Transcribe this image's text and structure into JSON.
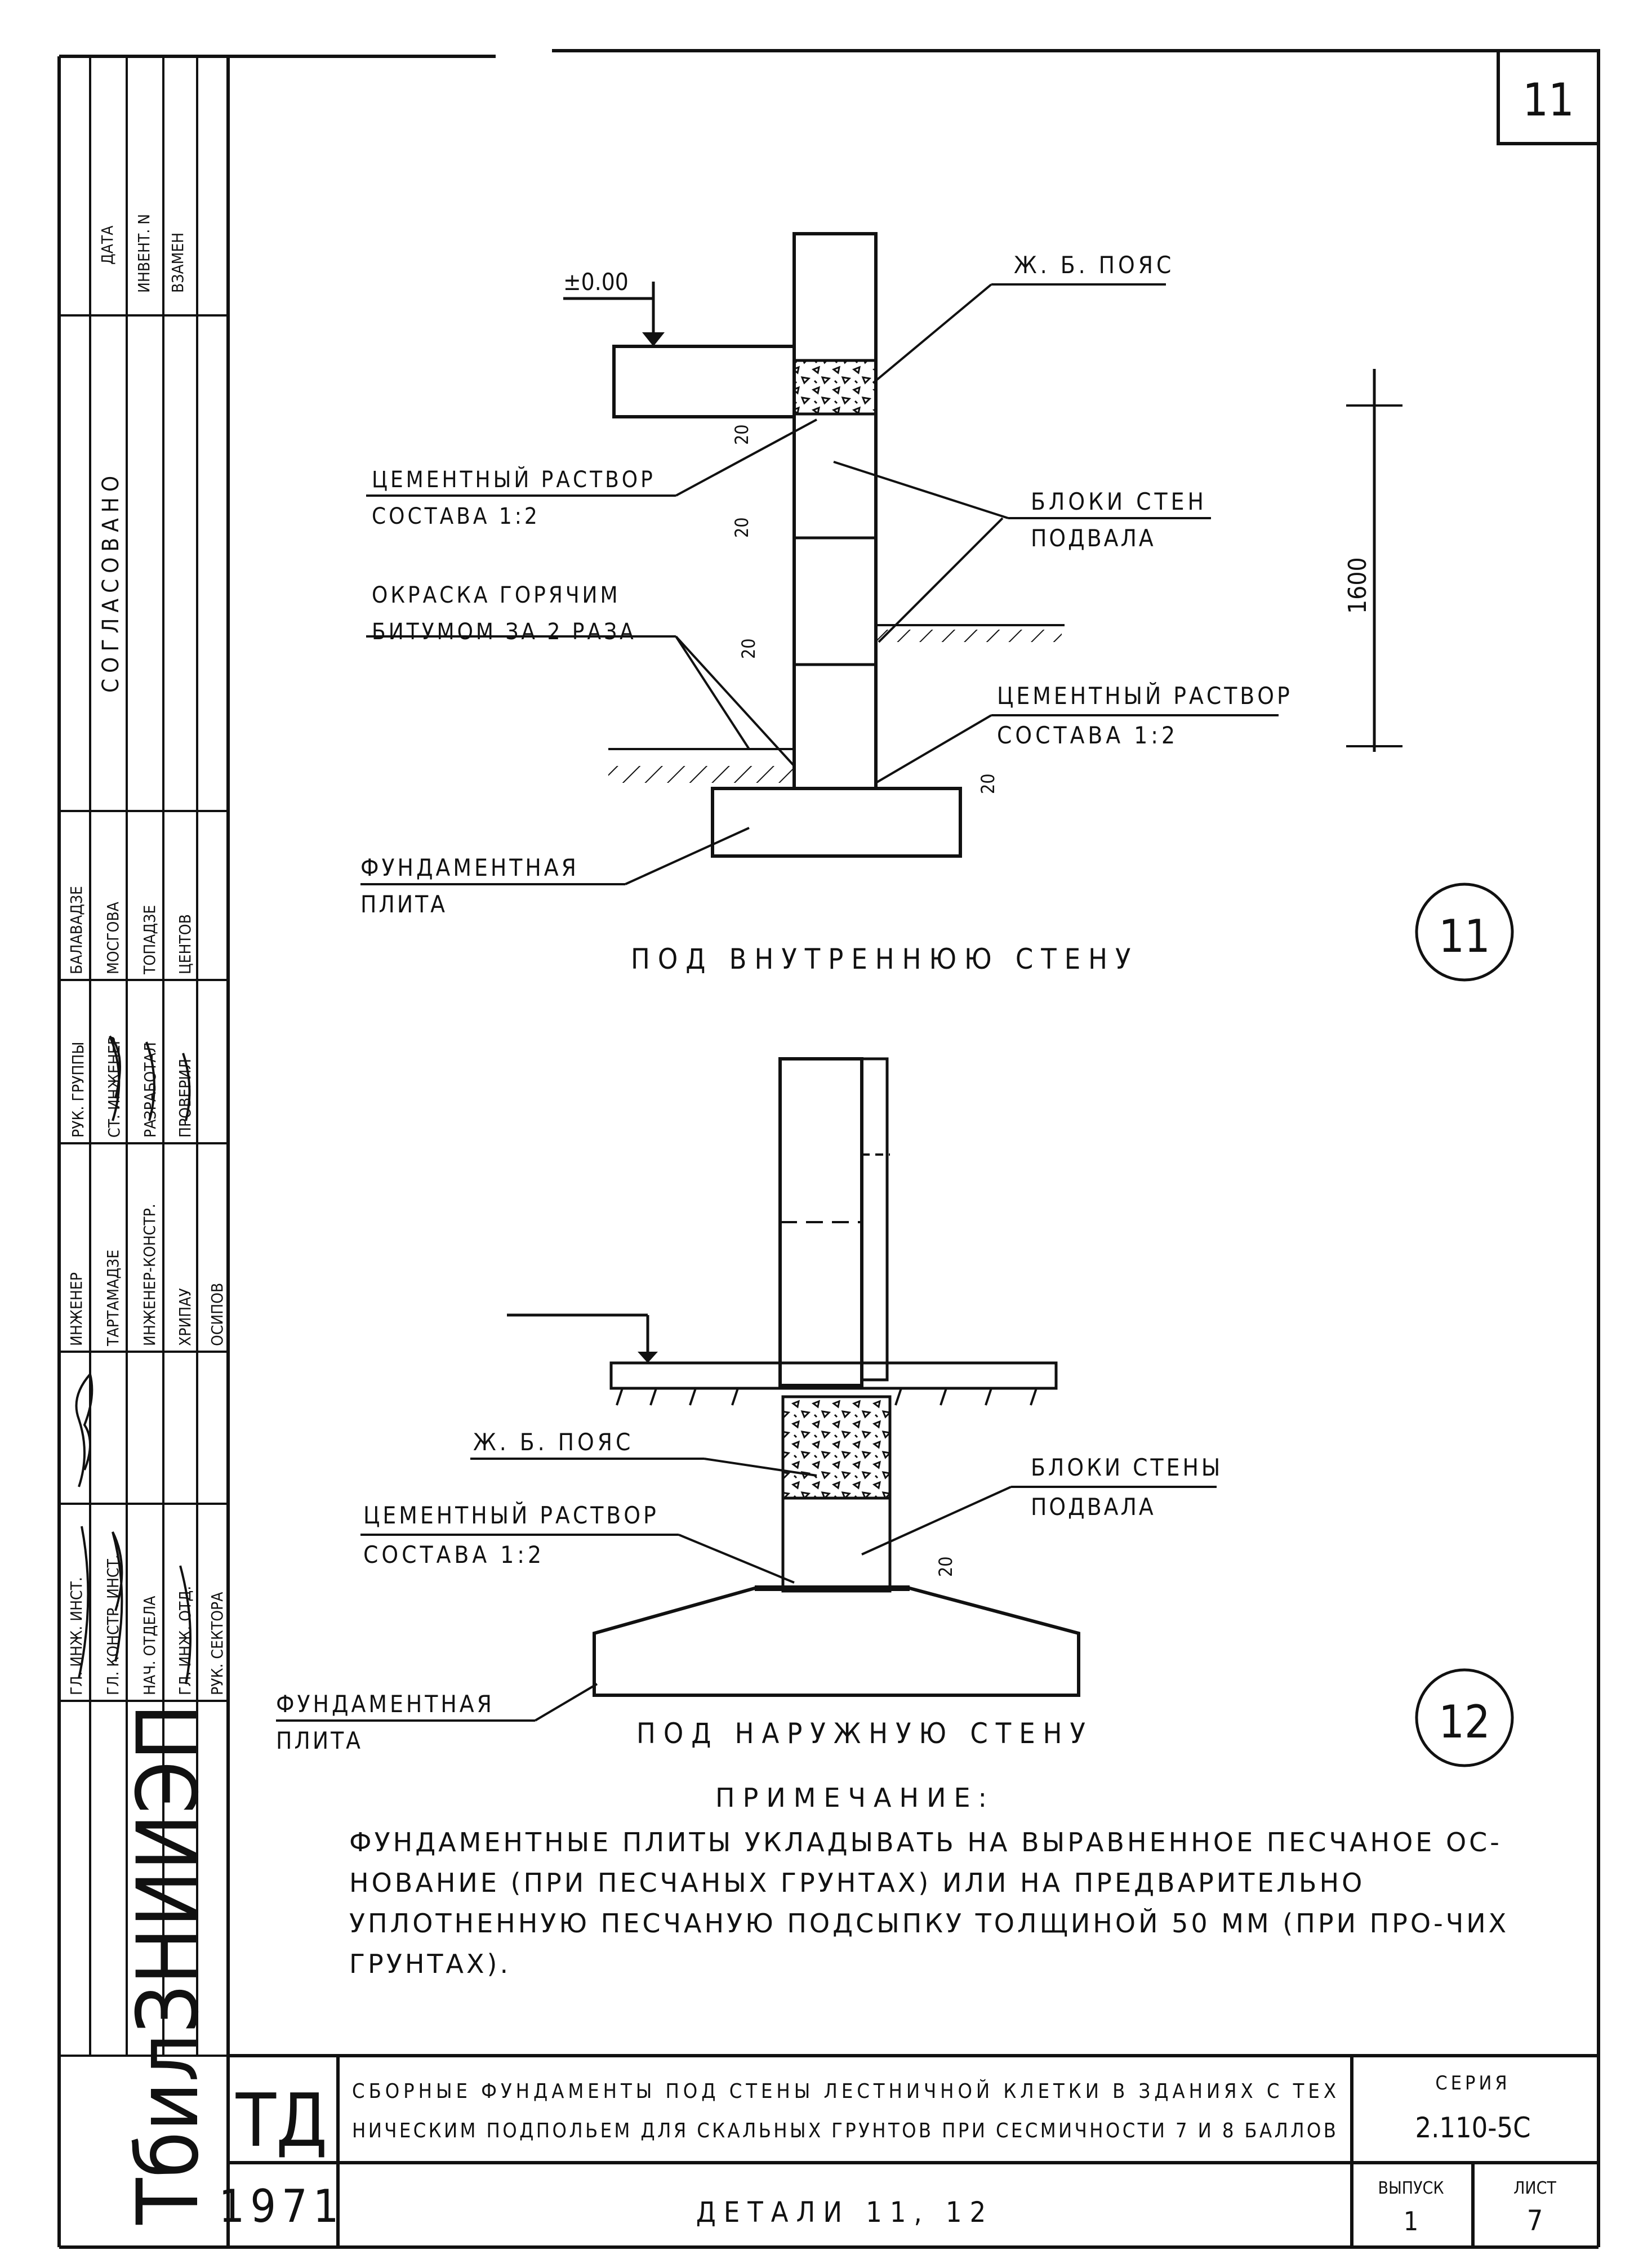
{
  "sheet_no": "11",
  "side_stamp": {
    "date_label": "ДАТА",
    "inv_label": "ИНВЕНТ. N",
    "repl_label": "ВЗАМЕН",
    "agreed_label": "СОГЛАСОВАНО",
    "roles": [
      "ГЛ. ИНЖ. ИНСТ.",
      "ГЛ. КОНСТР. ИНСТ.",
      "НАЧ. ОТДЕЛА",
      "ГЛ. ИНЖ. ОТД.",
      "РУК. СЕКТОРА",
      "ИНЖЕНЕР",
      "ТАРТАМАДЗЕ",
      "ИНЖЕНЕР-КОНСТР.",
      "ХРИПАУ",
      "ОСИПОВ",
      "РУК. ГРУППЫ",
      "СТ. ИНЖЕНЕР",
      "РАЗРАБОТАЛ",
      "ПРОВЕРИЛ",
      "БАЛАВАДЗЕ",
      "МОСГОВА",
      "ТОПАДЗЕ",
      "ЦЕНТОВ"
    ],
    "institute": "ТбилЗНИИЭП"
  },
  "detail11": {
    "level": "±0.00",
    "belt": "Ж. Б. ПОЯС",
    "mortar_top_1": "ЦЕМЕНТНЫЙ РАСТВОР",
    "mortar_top_2": "СОСТАВА 1:2",
    "blocks_1": "БЛОКИ СТЕН",
    "blocks_2": "ПОДВАЛА",
    "paint_1": "ОКРАСКА ГОРЯЧИМ",
    "paint_2": "БИТУМОМ ЗА 2 РАЗА",
    "mortar_bot_1": "ЦЕМЕНТНЫЙ РАСТВОР",
    "mortar_bot_2": "СОСТАВА 1:2",
    "slab_1": "ФУНДАМЕНТНАЯ",
    "slab_2": "ПЛИТА",
    "dim_20": "20",
    "dim_1600": "1600",
    "caption": "ПОД ВНУТРЕННЮЮ СТЕНУ",
    "number": "11"
  },
  "detail12": {
    "belt": "Ж. Б. ПОЯС",
    "mortar_1": "ЦЕМЕНТНЫЙ РАСТВОР",
    "mortar_2": "СОСТАВА 1:2",
    "blocks_1": "БЛОКИ СТЕНЫ",
    "blocks_2": "ПОДВАЛА",
    "slab_1": "ФУНДАМЕНТНАЯ",
    "slab_2": "ПЛИТА",
    "dim_20": "20",
    "caption": "ПОД НАРУЖНУЮ СТЕНУ",
    "number": "12"
  },
  "note": {
    "title": "ПРИМЕЧАНИЕ:",
    "text": "ФУНДАМЕНТНЫЕ ПЛИТЫ УКЛАДЫВАТЬ НА ВЫРАВНЕННОЕ ПЕСЧАНОЕ ОС-НОВАНИЕ (ПРИ ПЕСЧАНЫХ ГРУНТАХ) ИЛИ НА ПРЕДВАРИТЕЛЬНО УПЛОТНЕННУЮ ПЕСЧАНУЮ ПОДСЫПКУ ТОЛЩИНОЙ 50 ММ (ПРИ ПРО-ЧИХ ГРУНТАХ)."
  },
  "title_block": {
    "td": "ТД",
    "year": "1971",
    "title_line1": "СБОРНЫЕ ФУНДАМЕНТЫ ПОД СТЕНЫ ЛЕСТНИЧНОЙ КЛЕТКИ В ЗДАНИЯХ С ТЕХ",
    "title_line2": "НИЧЕСКИМ ПОДПОЛЬЕМ ДЛЯ СКАЛЬНЫХ ГРУНТОВ ПРИ СЕСМИЧНОСТИ 7 И 8 БАЛЛОВ",
    "details": "ДЕТАЛИ 11, 12",
    "series_label": "СЕРИЯ",
    "series": "2.110-5С",
    "issue_label": "ВЫПУСК",
    "issue": "1",
    "sheet_label": "ЛИСТ",
    "sheet": "7"
  }
}
